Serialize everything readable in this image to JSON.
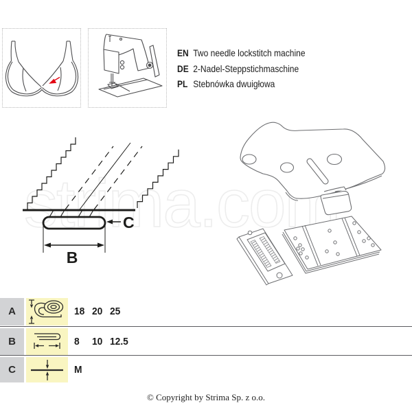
{
  "header": {
    "languages": [
      {
        "code": "EN",
        "label": "Two needle lockstitch machine"
      },
      {
        "code": "DE",
        "label": "2-Nadel-Steppstichmaschine"
      },
      {
        "code": "PL",
        "label": "Stebnówka dwuigłowa"
      }
    ]
  },
  "watermark": {
    "text": "strima.com"
  },
  "diagram": {
    "width_label": "B",
    "binding_label": "C"
  },
  "spec_table": {
    "rows": [
      {
        "key": "A",
        "icon": "tape-roll-width-icon",
        "values": {
          "v1": "18",
          "v2": "20",
          "v3": "25"
        }
      },
      {
        "key": "B",
        "icon": "tape-folded-width-icon",
        "values": {
          "v1": "8",
          "v2": "10",
          "v3": "12.5"
        }
      },
      {
        "key": "C",
        "icon": "material-thickness-icon",
        "values": {
          "v1": "M"
        }
      }
    ]
  },
  "footer": {
    "copyright": "© Copyright by Strima Sp. z o.o."
  },
  "colors": {
    "row_key_bg": "#d2d3d5",
    "row_icon_bg": "#f9f5c1",
    "accent_red": "#e30613",
    "line_art": "#6d6e71",
    "separator": "#5b5b5f"
  }
}
